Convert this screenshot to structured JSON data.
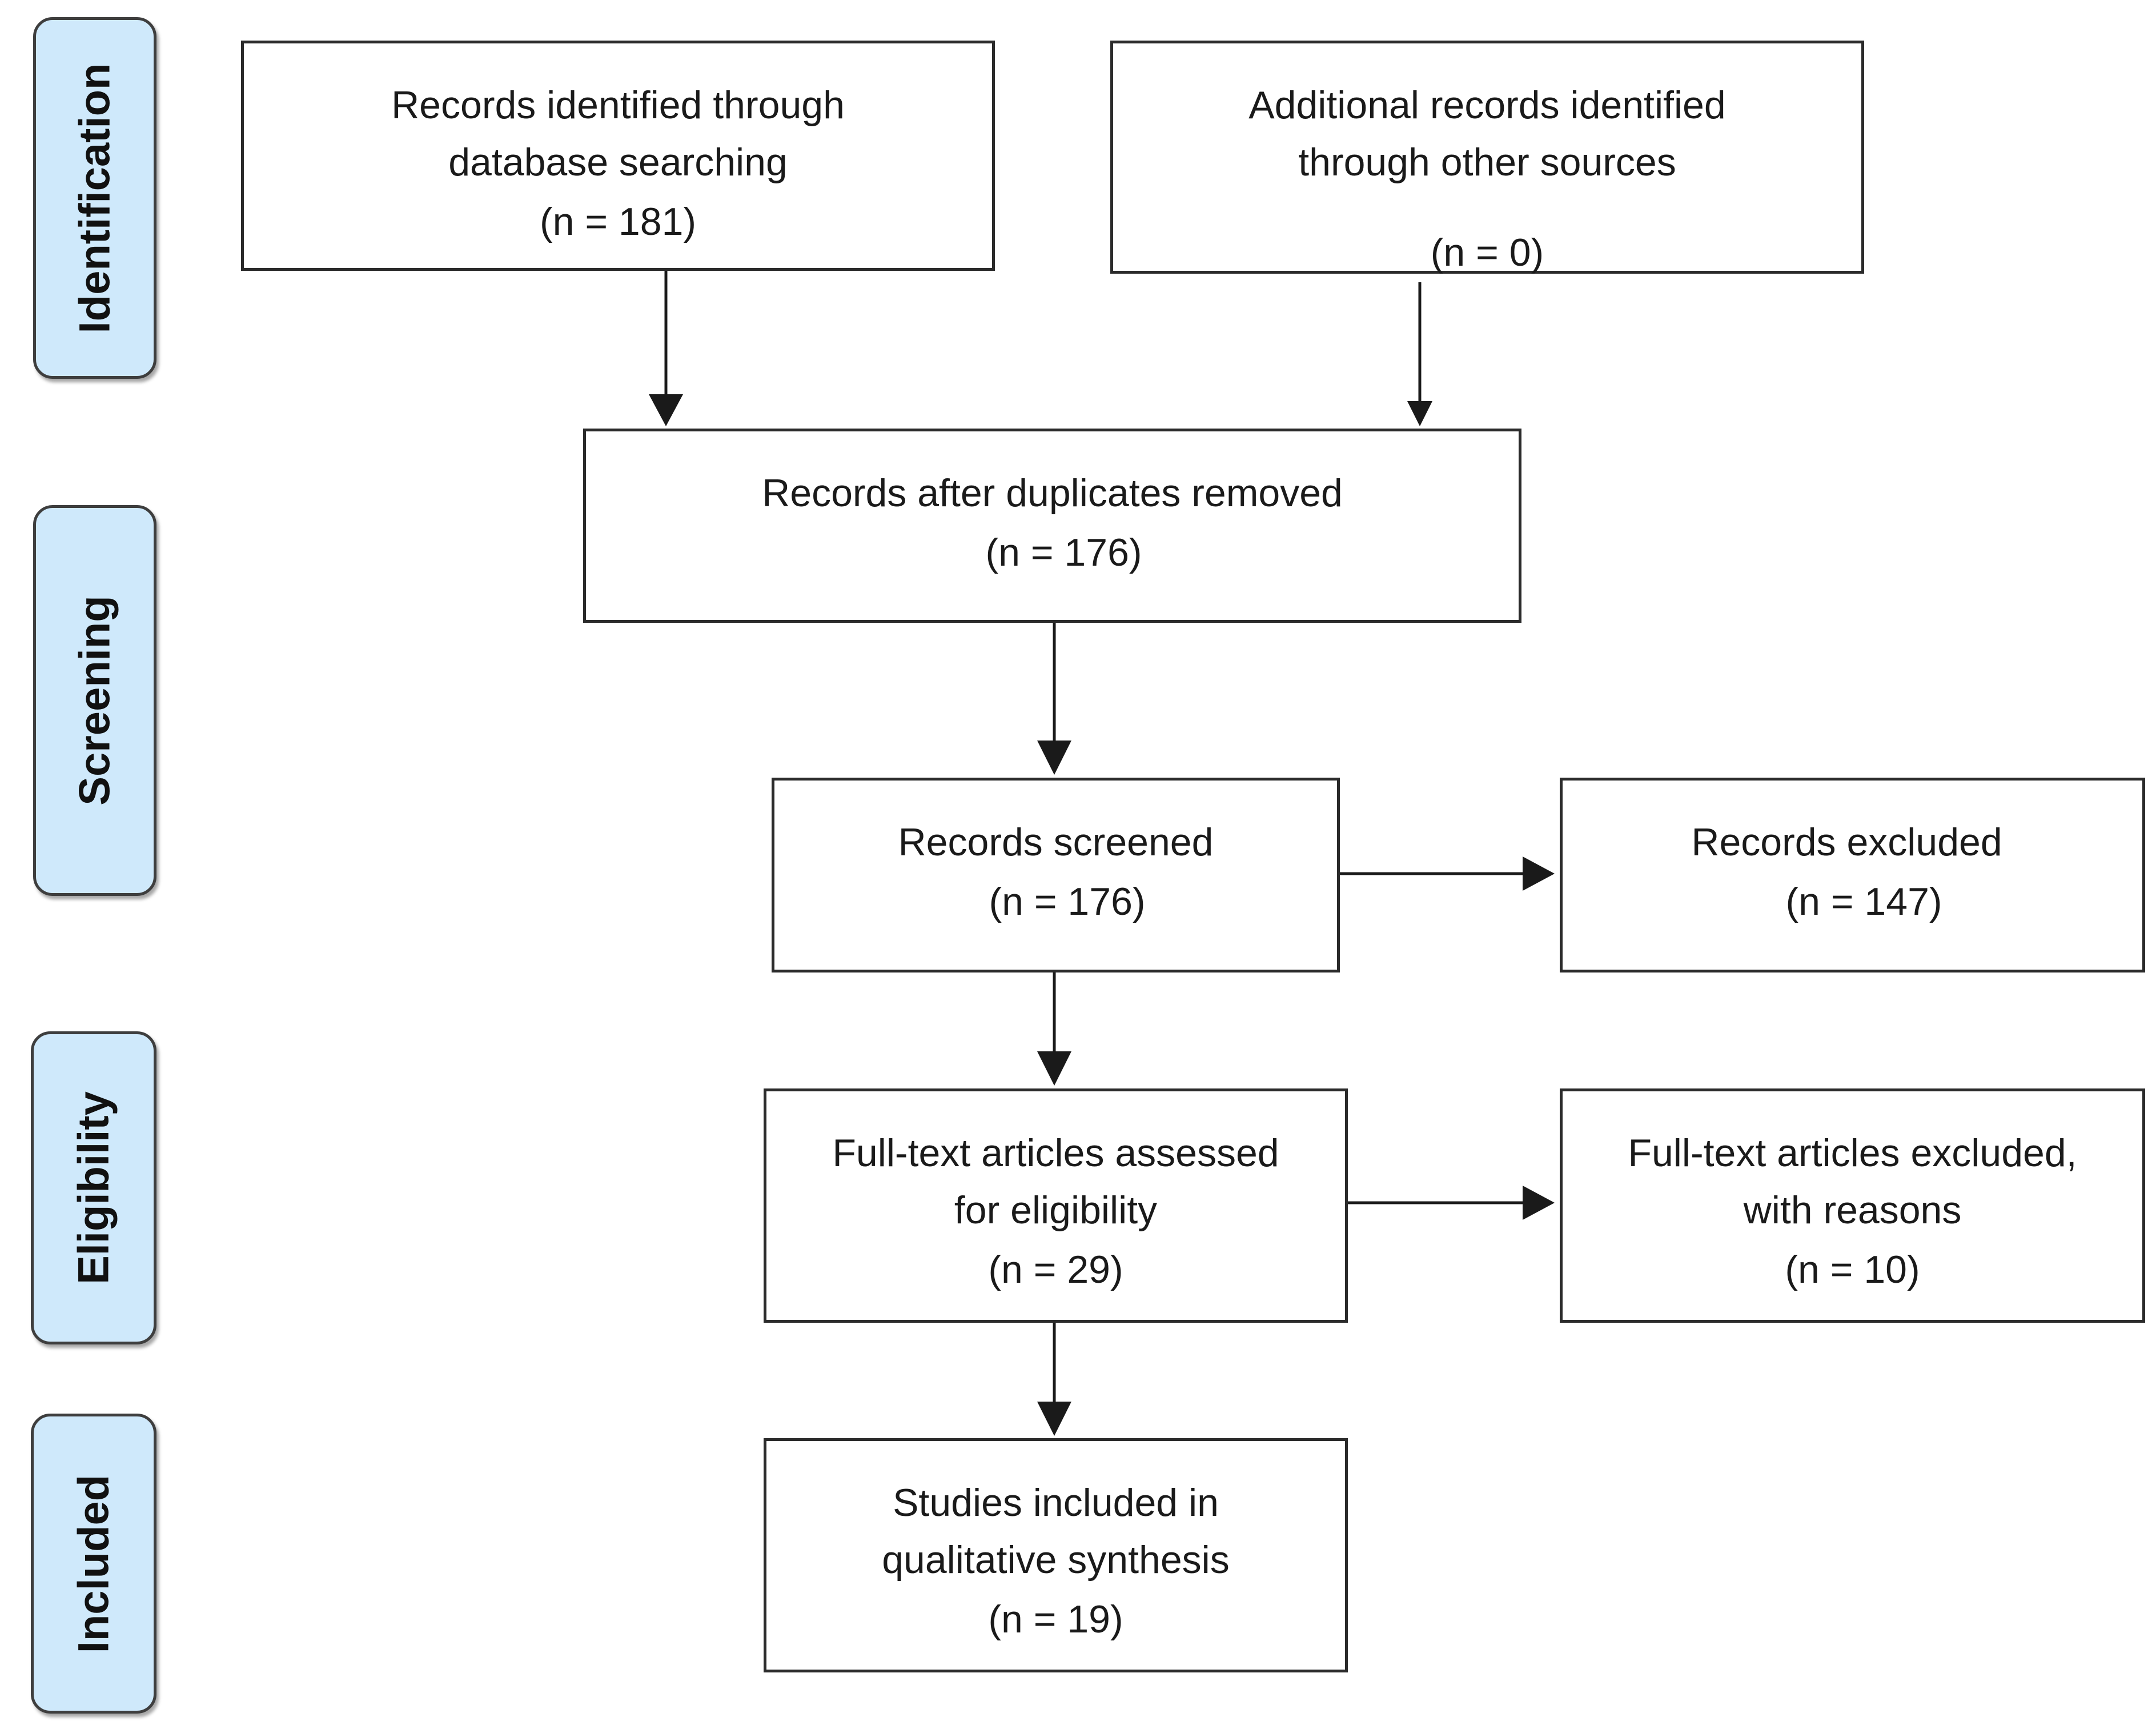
{
  "stages": [
    {
      "id": "identification",
      "label": "Identification"
    },
    {
      "id": "screening",
      "label": "Screening"
    },
    {
      "id": "eligibility",
      "label": "Eligibility"
    },
    {
      "id": "included",
      "label": "Included"
    }
  ],
  "boxes": {
    "database_search": {
      "line1": "Records identified through",
      "line2": "database searching",
      "count": "(n = 181)"
    },
    "other_sources": {
      "line1": "Additional records identified",
      "line2": "through other sources",
      "count": "(n = 0)"
    },
    "duplicates_removed": {
      "line1": "Records after duplicates removed",
      "count": "(n = 176)"
    },
    "screened": {
      "line1": "Records screened",
      "count": "(n = 176)"
    },
    "excluded": {
      "line1": "Records excluded",
      "count": "(n = 147)"
    },
    "full_text_assessed": {
      "line1": "Full-text articles assessed",
      "line2": "for eligibility",
      "count": "(n = 29)"
    },
    "full_text_excluded": {
      "line1": "Full-text articles excluded,",
      "line2": "with reasons",
      "count": "(n = 10)"
    },
    "included_studies": {
      "line1": "Studies included in",
      "line2": "qualitative synthesis",
      "count": "(n = 19)"
    }
  },
  "colors": {
    "stage_fill": "#cfe9fb",
    "stage_border": "#3e3e3e",
    "box_border": "#2b2b2b",
    "arrow": "#1a1a1a"
  }
}
